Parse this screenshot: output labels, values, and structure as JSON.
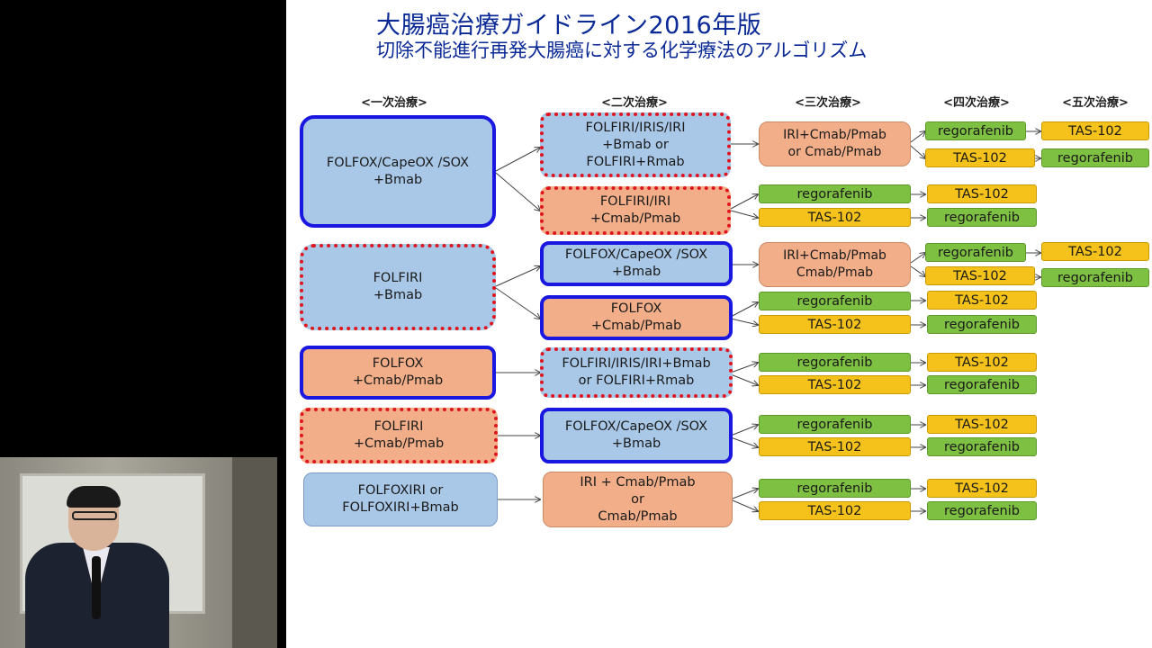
{
  "title": "大腸癌治療ガイドライン2016年版",
  "subtitle": "切除不能進行再発大腸癌に対する化学療法のアルゴリズム",
  "column_headers": [
    "<一次治療>",
    "<二次治療>",
    "<三次治療>",
    "<四次治療>",
    "<五次治療>"
  ],
  "first_line": [
    {
      "l1": "FOLFOX/CapeOX /SOX",
      "l2": "+Bmab"
    },
    {
      "l1": "FOLFIRI",
      "l2": "+Bmab"
    },
    {
      "l1": "FOLFOX",
      "l2": "+Cmab/Pmab"
    },
    {
      "l1": "FOLFIRI",
      "l2": "+Cmab/Pmab"
    },
    {
      "l1": "FOLFOXIRI  or",
      "l2": "FOLFOXIRI+Bmab"
    }
  ],
  "second_line": [
    {
      "l1": "FOLFIRI/IRIS/IRI",
      "l2": "+Bmab   or",
      "l3": "FOLFIRI+Rmab"
    },
    {
      "l1": "FOLFIRI/IRI",
      "l2": "+Cmab/Pmab"
    },
    {
      "l1": "FOLFOX/CapeOX /SOX",
      "l2": "+Bmab"
    },
    {
      "l1": "FOLFOX",
      "l2": "+Cmab/Pmab"
    },
    {
      "l1": "FOLFIRI/IRIS/IRI+Bmab",
      "l2": "or  FOLFIRI+Rmab"
    },
    {
      "l1": "FOLFOX/CapeOX /SOX",
      "l2": "+Bmab"
    },
    {
      "l1": "IRI  +  Cmab/Pmab",
      "l2": "or",
      "l3": "Cmab/Pmab"
    }
  ],
  "third_line_boxes": [
    {
      "l1": "IRI+Cmab/Pmab",
      "l2": "or  Cmab/Pmab"
    },
    {
      "l1": "IRI+Cmab/Pmab",
      "l2": "Cmab/Pmab"
    }
  ],
  "drugs": {
    "rego": "regorafenib",
    "tas": "TAS-102"
  },
  "colors": {
    "title": "#0b2a96",
    "blue_fill": "#a9c8e8",
    "orange_fill": "#f2ae88",
    "blue_border": "#1a18e0",
    "red_dotted_border": "#e0141e",
    "green": "#7ec042",
    "yellow": "#f4c21a"
  }
}
